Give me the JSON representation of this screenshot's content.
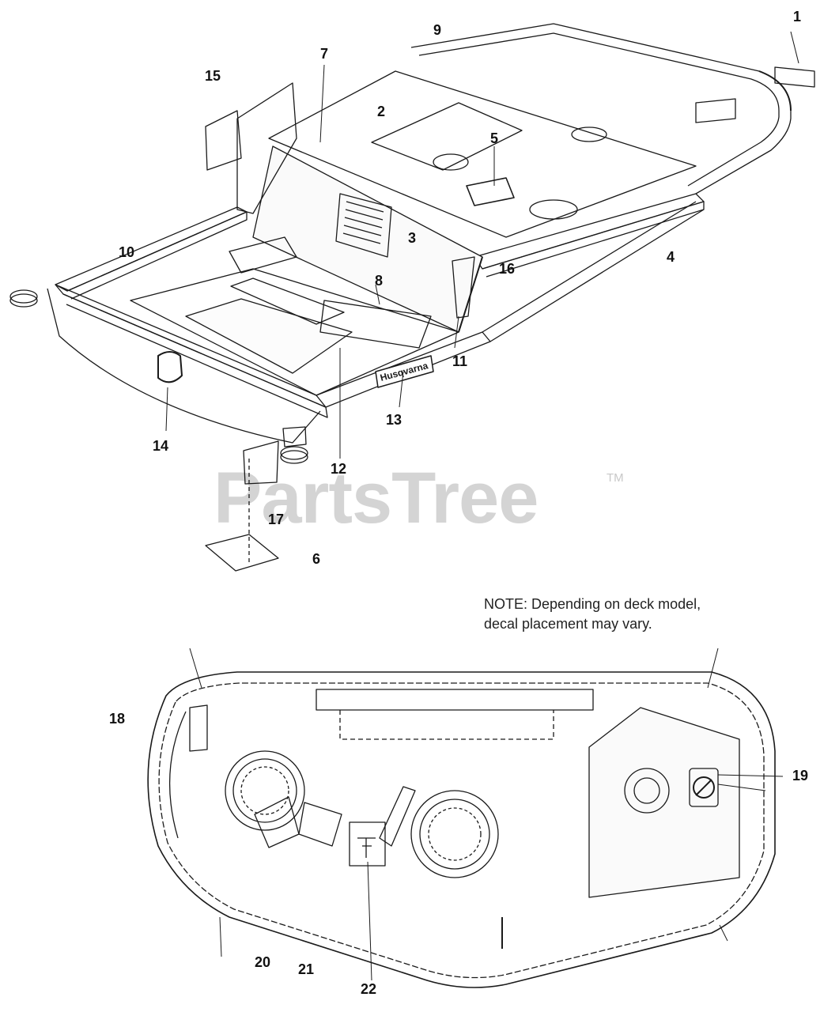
{
  "watermark": {
    "brand": "PartsTree",
    "trademark": "TM"
  },
  "note": {
    "line1": "NOTE: Depending on deck model,",
    "line2": "decal placement may vary."
  },
  "decal_brand": "Husqvarna",
  "callouts": [
    {
      "id": "c1",
      "label": "1"
    },
    {
      "id": "c2",
      "label": "2"
    },
    {
      "id": "c3",
      "label": "3"
    },
    {
      "id": "c4",
      "label": "4"
    },
    {
      "id": "c5",
      "label": "5"
    },
    {
      "id": "c6",
      "label": "6"
    },
    {
      "id": "c7",
      "label": "7"
    },
    {
      "id": "c8",
      "label": "8"
    },
    {
      "id": "c9",
      "label": "9"
    },
    {
      "id": "c10",
      "label": "10"
    },
    {
      "id": "c11",
      "label": "11"
    },
    {
      "id": "c12",
      "label": "12"
    },
    {
      "id": "c13",
      "label": "13"
    },
    {
      "id": "c14",
      "label": "14"
    },
    {
      "id": "c15",
      "label": "15"
    },
    {
      "id": "c16",
      "label": "16"
    },
    {
      "id": "c17",
      "label": "17"
    },
    {
      "id": "c18",
      "label": "18"
    },
    {
      "id": "c19",
      "label": "19"
    },
    {
      "id": "c20",
      "label": "20"
    },
    {
      "id": "c21",
      "label": "21"
    },
    {
      "id": "c22",
      "label": "22"
    }
  ]
}
